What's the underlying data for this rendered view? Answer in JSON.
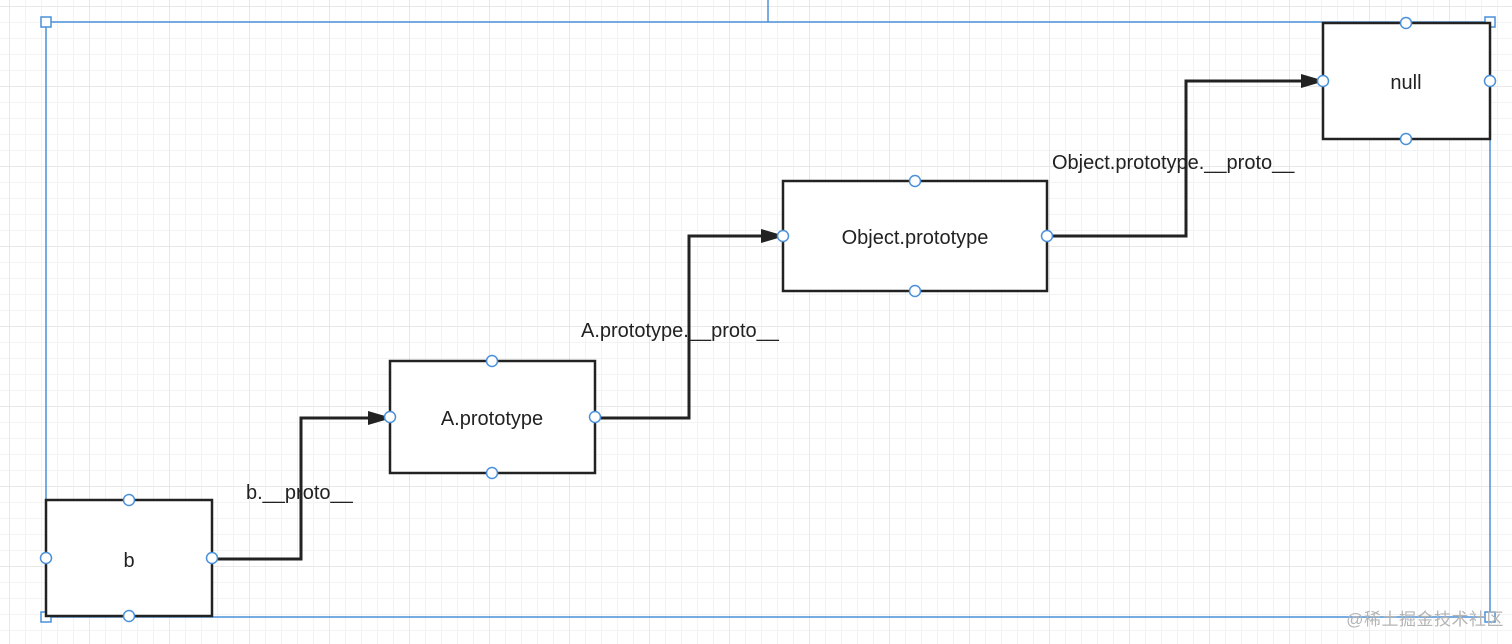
{
  "diagram": {
    "nodes": [
      {
        "id": "b",
        "label": "b"
      },
      {
        "id": "a_proto",
        "label": "A.prototype"
      },
      {
        "id": "obj_proto",
        "label": "Object.prototype"
      },
      {
        "id": "null",
        "label": "null"
      }
    ],
    "edges": [
      {
        "from": "b",
        "to": "a_proto",
        "label": "b.__proto__"
      },
      {
        "from": "a_proto",
        "to": "obj_proto",
        "label": "A.prototype.__proto__"
      },
      {
        "from": "obj_proto",
        "to": "null",
        "label": "Object.prototype.__proto__"
      }
    ]
  },
  "watermark": "@稀土掘金技术社区",
  "colors": {
    "selection": "#4a90d9",
    "node_border": "#222222",
    "edge": "#222222"
  }
}
